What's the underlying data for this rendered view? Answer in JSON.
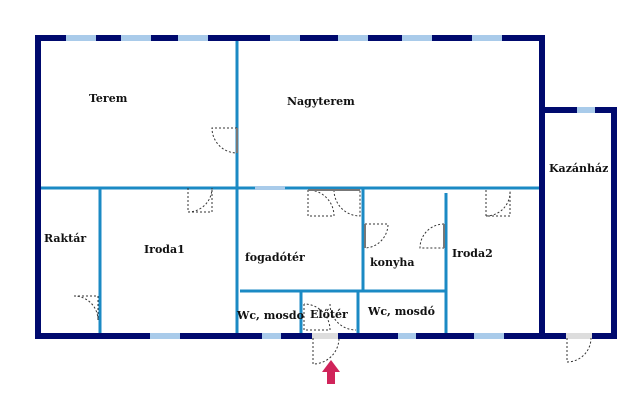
{
  "plan": {
    "rooms": {
      "terem": "Terem",
      "nagyterem": "Nagyterem",
      "kazanhaz": "Kazánház",
      "raktar": "Raktár",
      "iroda1": "Iroda1",
      "fogadoter": "fogadótér",
      "konyha": "konyha",
      "iroda2": "Iroda2",
      "wc1": "Wc, mosdo",
      "eloter": "Előtér",
      "wc2": "Wc, mosdó"
    },
    "entrance_arrow_color": "#d0245a"
  }
}
